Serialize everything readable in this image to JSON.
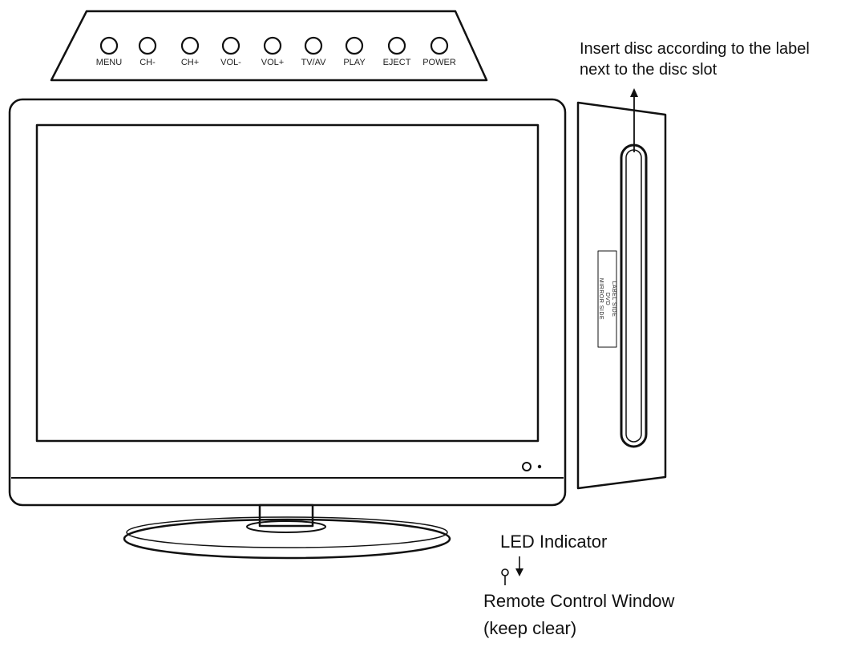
{
  "control_panel": {
    "buttons": [
      {
        "label": "MENU"
      },
      {
        "label": "CH-"
      },
      {
        "label": "CH+"
      },
      {
        "label": "VOL-"
      },
      {
        "label": "VOL+"
      },
      {
        "label": "TV/AV"
      },
      {
        "label": "PLAY"
      },
      {
        "label": "EJECT"
      },
      {
        "label": "POWER"
      }
    ]
  },
  "callouts": {
    "disc_insert_line1": "Insert disc according to the label",
    "disc_insert_line2": "next to the disc slot",
    "led_indicator": "LED Indicator",
    "remote_window": "Remote Control Window",
    "remote_window_note": "(keep clear)"
  },
  "disc_slot_label": {
    "line1": "LABEL SIDE",
    "line2": "DVD",
    "line3": "MIRROR SIDE"
  }
}
